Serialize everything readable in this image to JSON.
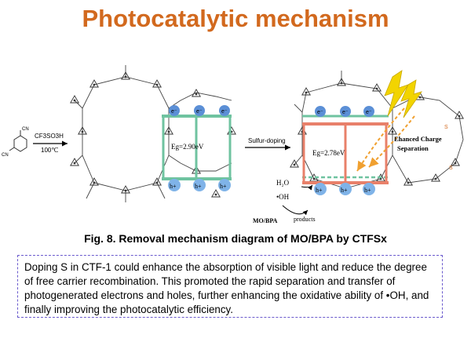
{
  "title": "Photocatalytic mechanism",
  "caption": "Fig. 8. Removal mechanism diagram of MO/BPA by CTFSx",
  "description": "Doping S in CTF-1 could enhance the absorption of visible light and reduce the degree of free carrier recombination. This promoted the rapid separation and transfer of photogenerated electrons and holes, further enhancing the oxidative ability of •OH, and finally improving the photocatalytic efficiency.",
  "diagram": {
    "monomer_label": "CN",
    "reagent": "CF3SO3H",
    "temperature": "100℃",
    "doping_label": "Sulfur-doping",
    "electron_label": "e⁻",
    "hole_label": "h+",
    "bandgap_pristine": "Eg=2.90eV",
    "bandgap_doped": "Eg=2.78eV",
    "enhanced_charge_separation": "Ehanced Charge Separation",
    "water": "H₂O",
    "hydroxyl": "•OH",
    "pollutant": "MO/BPA",
    "products": "products",
    "sulfur": "S",
    "colors": {
      "title": "#d2691e",
      "band_edge_pristine": "#6fc3a0",
      "band_edge_doped": "#e8806a",
      "electron": "#5b8fd6",
      "hole": "#7fb3e8",
      "lightning": "#f2d400",
      "arrow_orange": "#f0a030",
      "textbox_border": "#6a5acd"
    }
  }
}
